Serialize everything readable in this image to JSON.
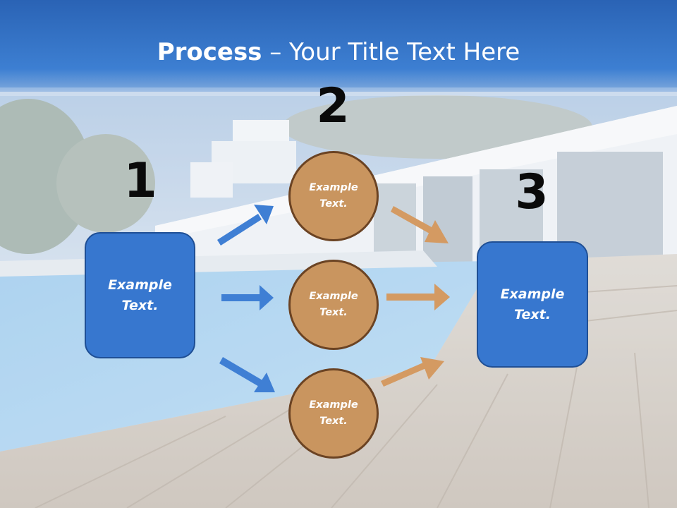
{
  "slide": {
    "title_bold": "Process",
    "title_rest": " – Your Title Text Here"
  },
  "steps": {
    "step1": {
      "number": "1",
      "label": "Example Text."
    },
    "step2": {
      "number": "2",
      "items": [
        {
          "label": "Example Text."
        },
        {
          "label": "Example Text."
        },
        {
          "label": "Example Text."
        }
      ]
    },
    "step3": {
      "number": "3",
      "label": "Example Text."
    }
  },
  "colors": {
    "title_bar": "#2f6fc4",
    "box_fill": "#3777cf",
    "circle_fill": "#c9955f",
    "blue_arrow": "#3f7fd4",
    "tan_arrow": "#d49a62"
  }
}
